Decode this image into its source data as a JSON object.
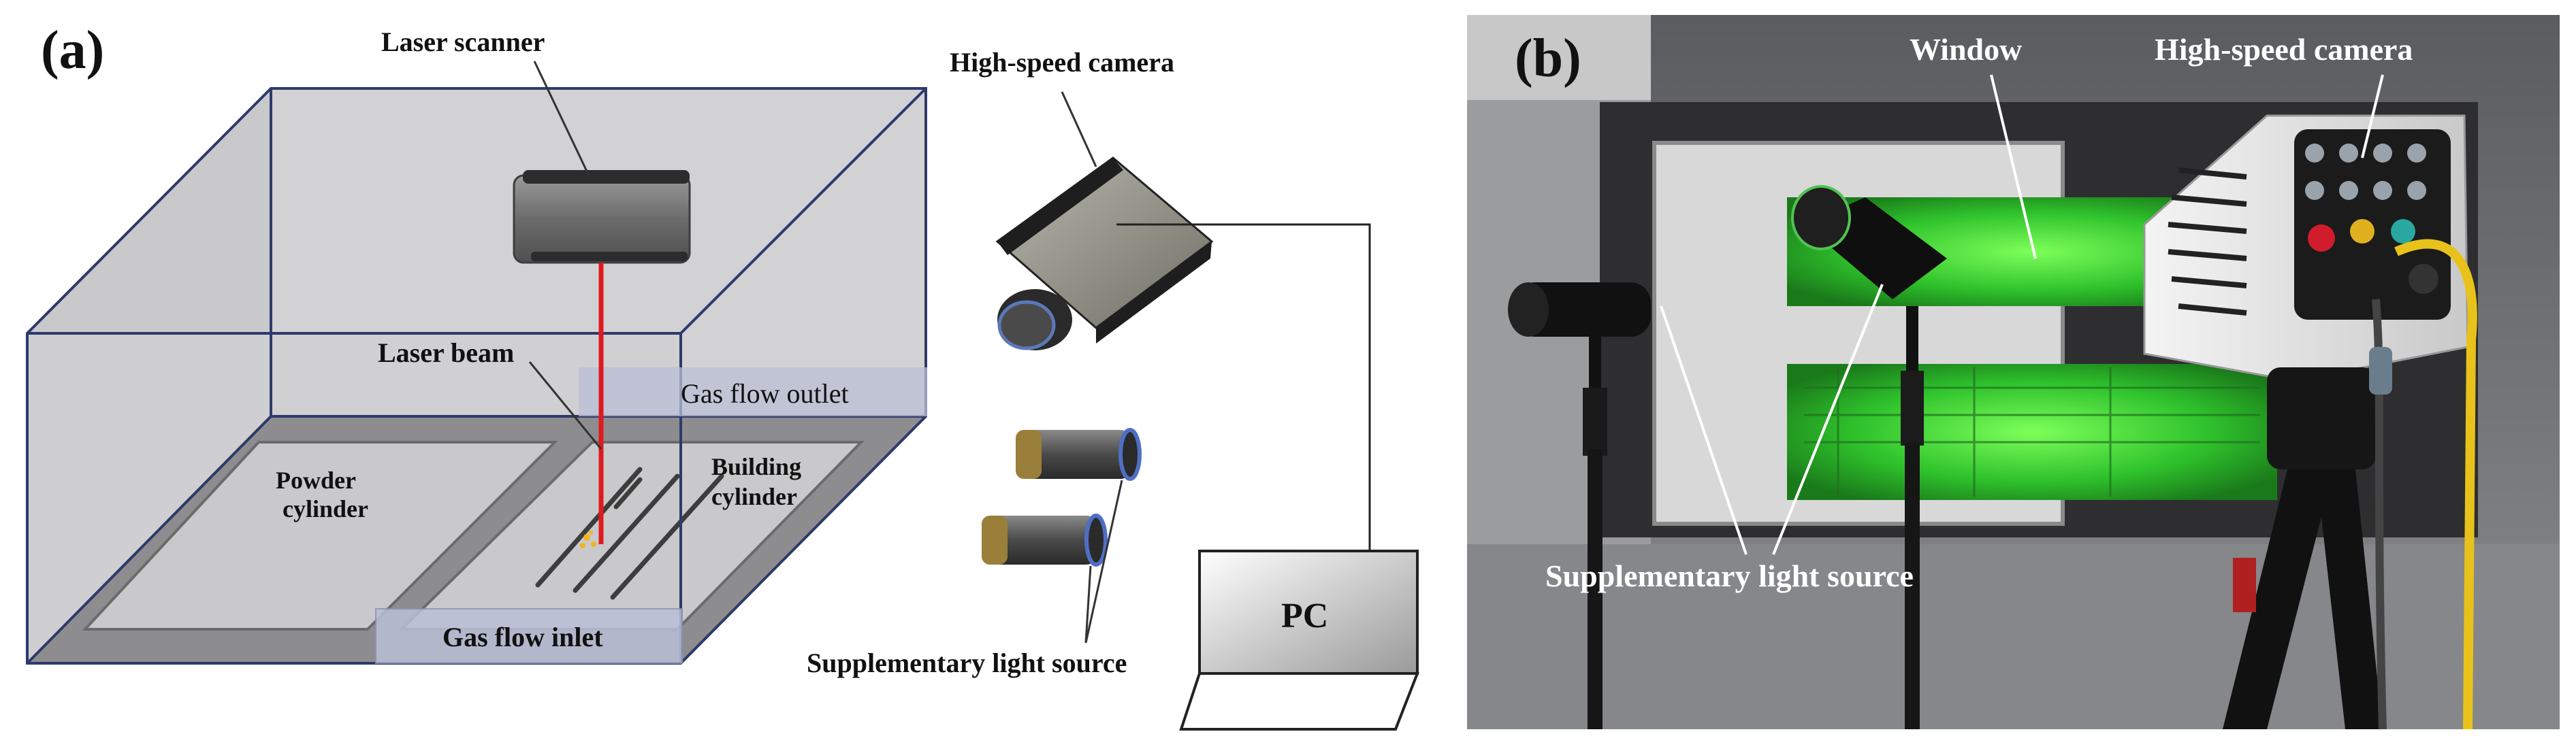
{
  "panel_a": {
    "tag": "(a)",
    "labels": {
      "laser_scanner": "Laser scanner",
      "laser_beam": "Laser beam",
      "gas_flow_outlet": "Gas flow outlet",
      "gas_flow_inlet": "Gas flow inlet",
      "powder_cylinder_line1": "Powder",
      "powder_cylinder_line2": "cylinder",
      "building_cylinder_line1": "Building",
      "building_cylinder_line2": "cylinder",
      "high_speed_camera": "High-speed camera",
      "supplementary_light_source": "Supplementary light source",
      "pc": "PC"
    }
  },
  "panel_b": {
    "tag": "(b)",
    "labels": {
      "window": "Window",
      "high_speed_camera": "High-speed camera",
      "supplementary_light_source": "Supplementary light source"
    }
  },
  "colors": {
    "chamber_edge": "#2d3a6b",
    "chamber_fill": "#d4d4d6",
    "laser_beam": "#e0191f",
    "gas_box": "#b9bfd6",
    "green_glow": "#39d13a"
  }
}
